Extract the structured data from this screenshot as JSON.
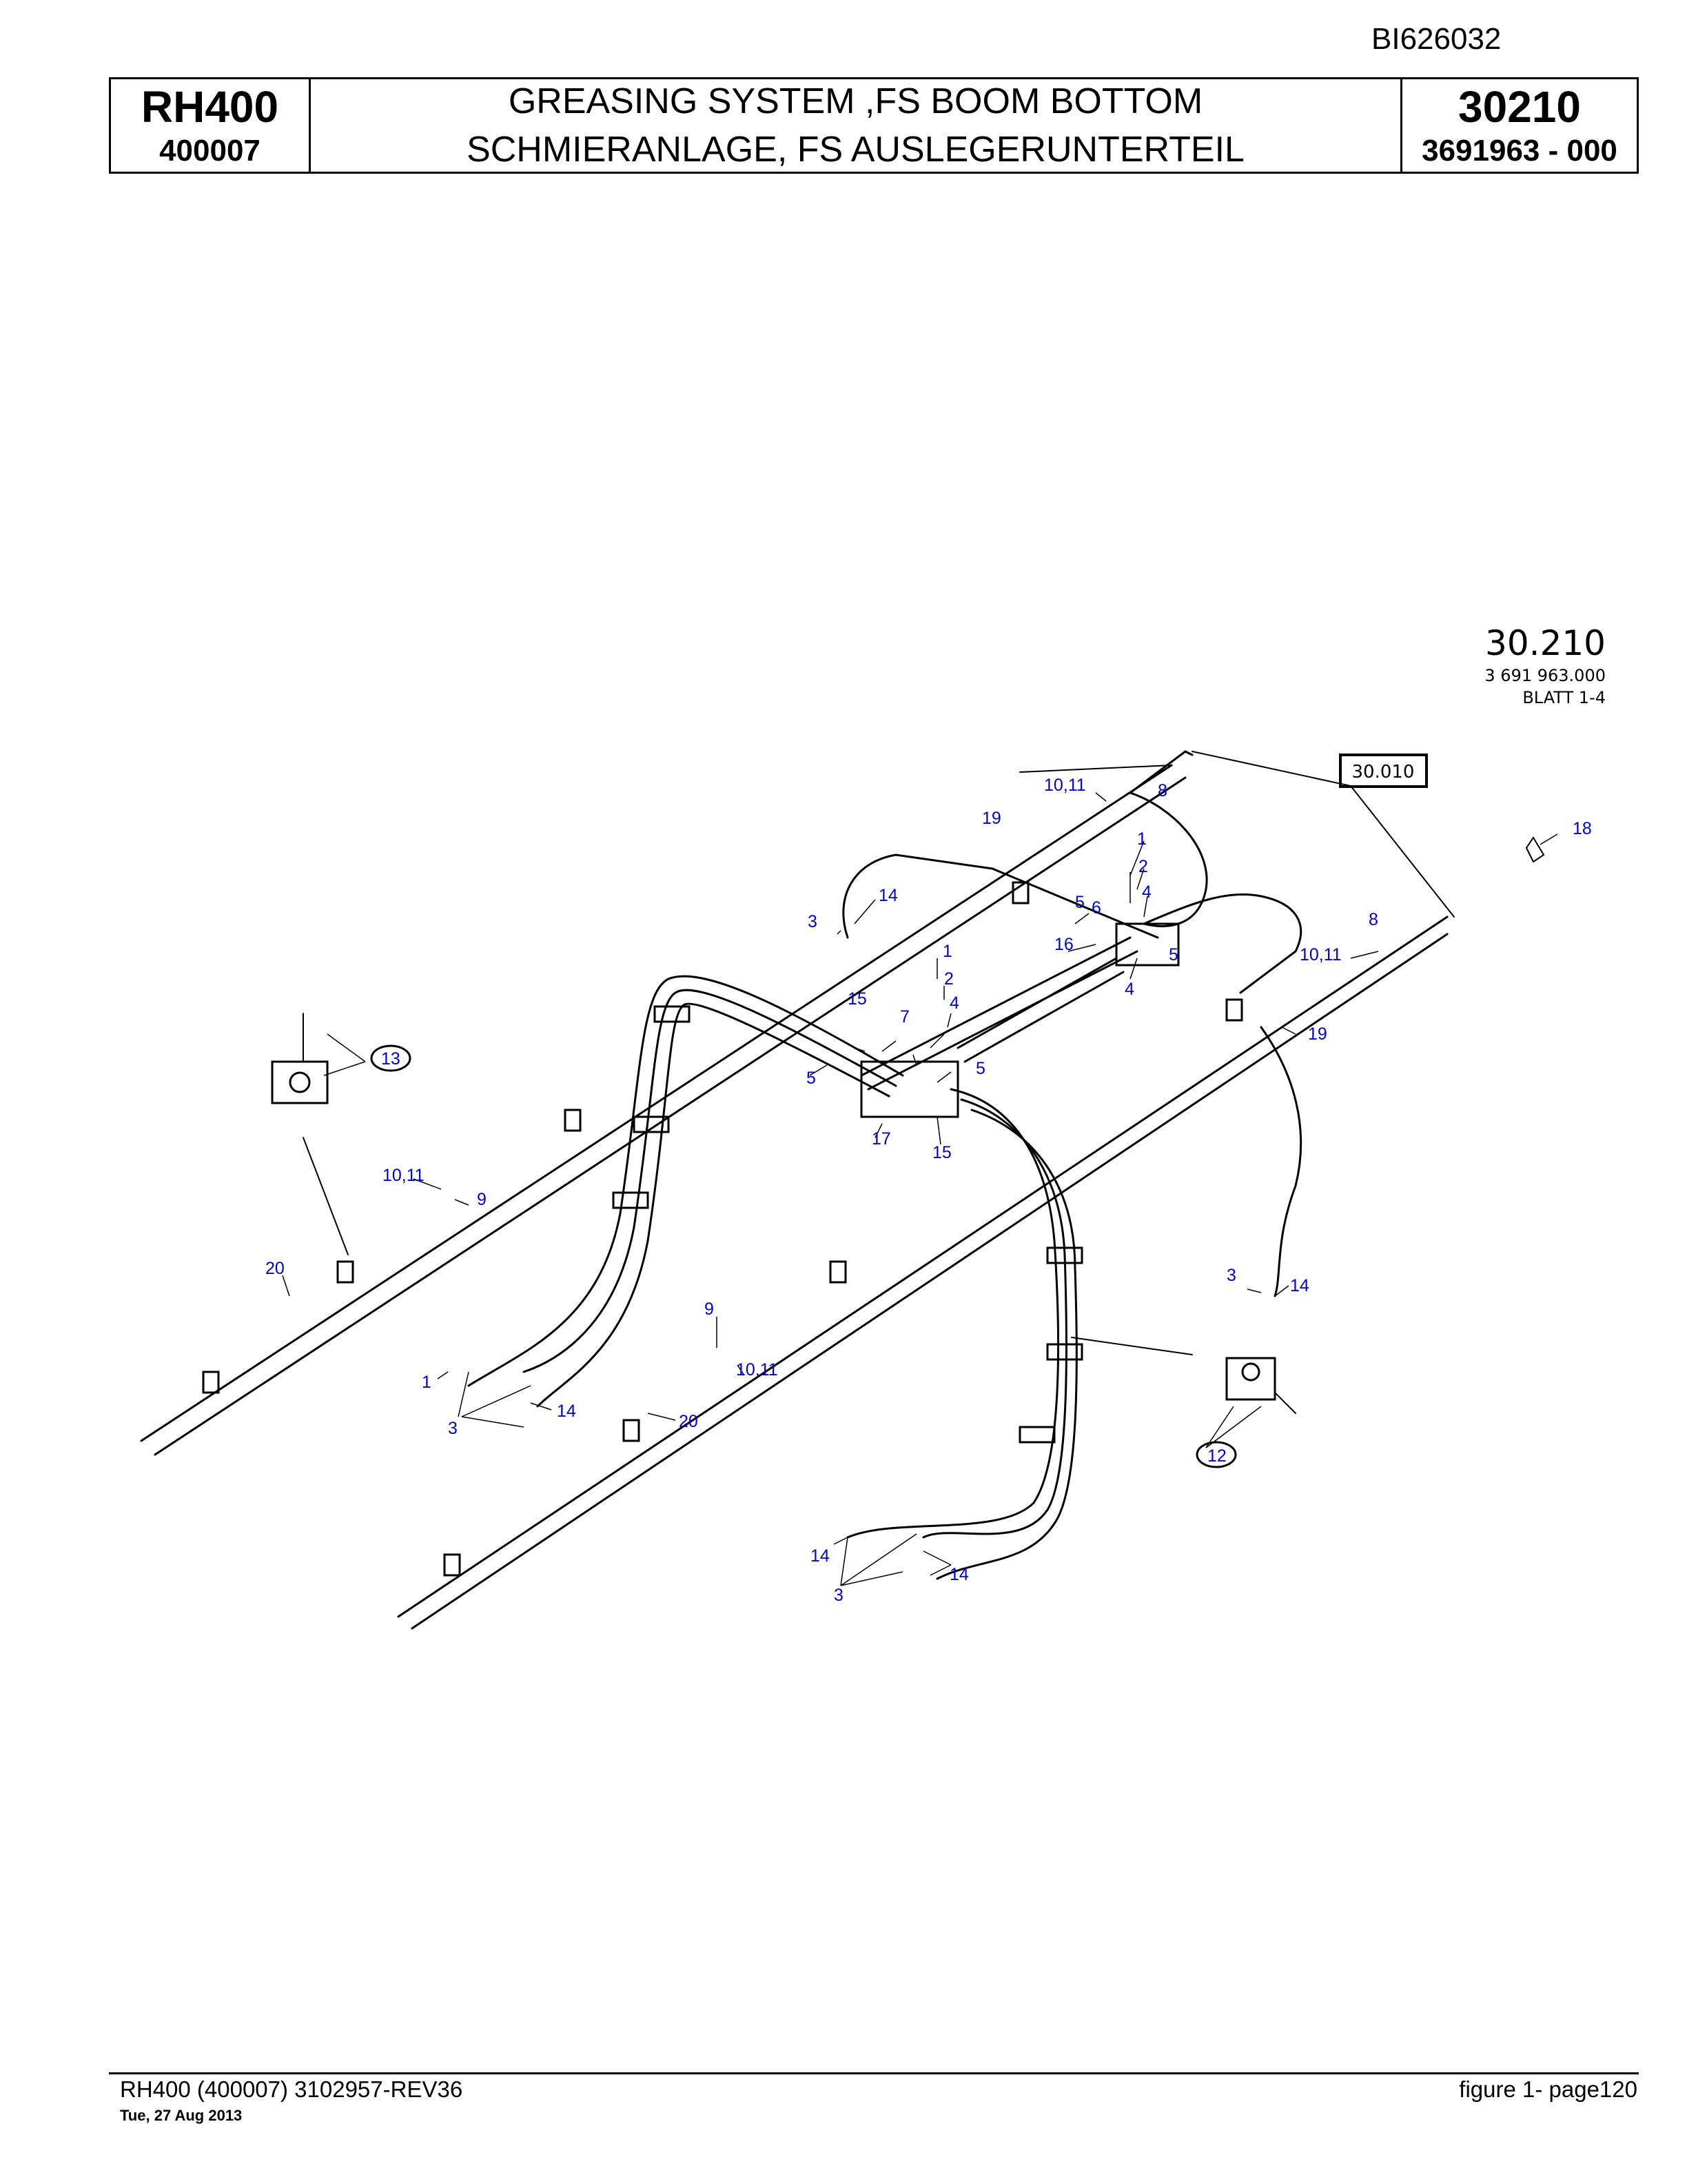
{
  "doc_id": "BI626032",
  "header": {
    "model": "RH400",
    "serial": "400007",
    "title_en": "GREASING SYSTEM ,FS BOOM BOTTOM",
    "title_de": "SCHMIERANLAGE, FS AUSLEGERUNTERTEIL",
    "group": "30210",
    "part_number": "3691963  - 000"
  },
  "drawing": {
    "sheet_ref": "30.210",
    "sheet_part": "3 691 963.000",
    "sheet_page": "BLATT 1-4",
    "crossref": "30.010",
    "callouts": {
      "c1011_top": "10,11",
      "c8_top": "8",
      "c19_top": "19",
      "c1_a": "1",
      "c2_a": "2",
      "c4_a": "4",
      "c14_top": "14",
      "c3_top": "3",
      "c18": "18",
      "c5_a": "5",
      "c6": "6",
      "c8_right": "8",
      "c16": "16",
      "c5_b": "5",
      "c1011_right": "10,11",
      "c4_b": "4",
      "c1_b": "1",
      "c2_b": "2",
      "c15_a": "15",
      "c7": "7",
      "c4_c": "4",
      "c19_right": "19",
      "c13": "13",
      "c5_c": "5",
      "c5_d": "5",
      "c17": "17",
      "c15_b": "15",
      "c1011_left": "10,11",
      "c9_left": "9",
      "c20_left": "20",
      "c3_right": "3",
      "c14_right": "14",
      "c9_mid": "9",
      "c1011_mid": "10,11",
      "c1_bl": "1",
      "c14_bl": "14",
      "c3_bl": "3",
      "c20_mid": "20",
      "c12": "12",
      "c14_b1": "14",
      "c14_b2": "14",
      "c3_b": "3"
    }
  },
  "footer": {
    "left": "RH400 (400007) 3102957-REV36",
    "date": "Tue, 27 Aug 2013",
    "right": "figure  1- page120"
  }
}
